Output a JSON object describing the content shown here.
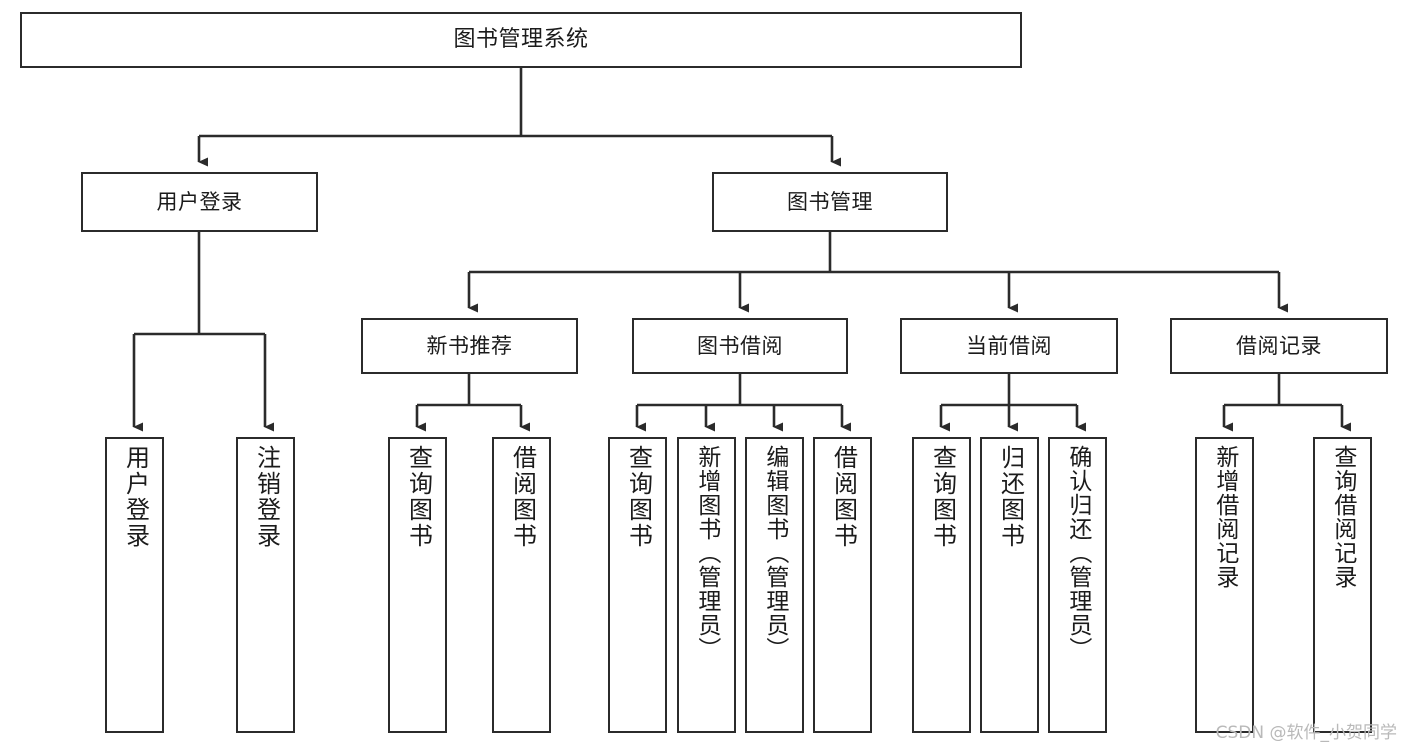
{
  "diagram": {
    "type": "tree-hierarchy",
    "title": "图书管理系统",
    "colors": {
      "box_border": "#2b2b2b",
      "box_fill": "#ffffff",
      "line": "#2b2b2b",
      "text": "#1b1b1b",
      "watermark": "#b9b9b9"
    },
    "root": {
      "label": "图书管理系统"
    },
    "level2": [
      {
        "label": "用户登录"
      },
      {
        "label": "图书管理"
      }
    ],
    "level3": [
      {
        "label": "新书推荐"
      },
      {
        "label": "图书借阅"
      },
      {
        "label": "当前借阅"
      },
      {
        "label": "借阅记录"
      }
    ],
    "leaves": {
      "user_login": [
        {
          "label": "用户登录"
        },
        {
          "label": "注销登录"
        }
      ],
      "new_book_recommend": [
        {
          "label": "查询图书"
        },
        {
          "label": "借阅图书"
        }
      ],
      "book_borrow": [
        {
          "label": "查询图书"
        },
        {
          "label": "新增图书（管理员）"
        },
        {
          "label": "编辑图书（管理员）"
        },
        {
          "label": "借阅图书"
        }
      ],
      "current_borrow": [
        {
          "label": "查询图书"
        },
        {
          "label": "归还图书"
        },
        {
          "label": "确认归还（管理员）"
        }
      ],
      "borrow_record": [
        {
          "label": "新增借阅记录"
        },
        {
          "label": "查询借阅记录"
        }
      ]
    }
  },
  "watermark": {
    "text": "CSDN @软件_小贺同学"
  }
}
